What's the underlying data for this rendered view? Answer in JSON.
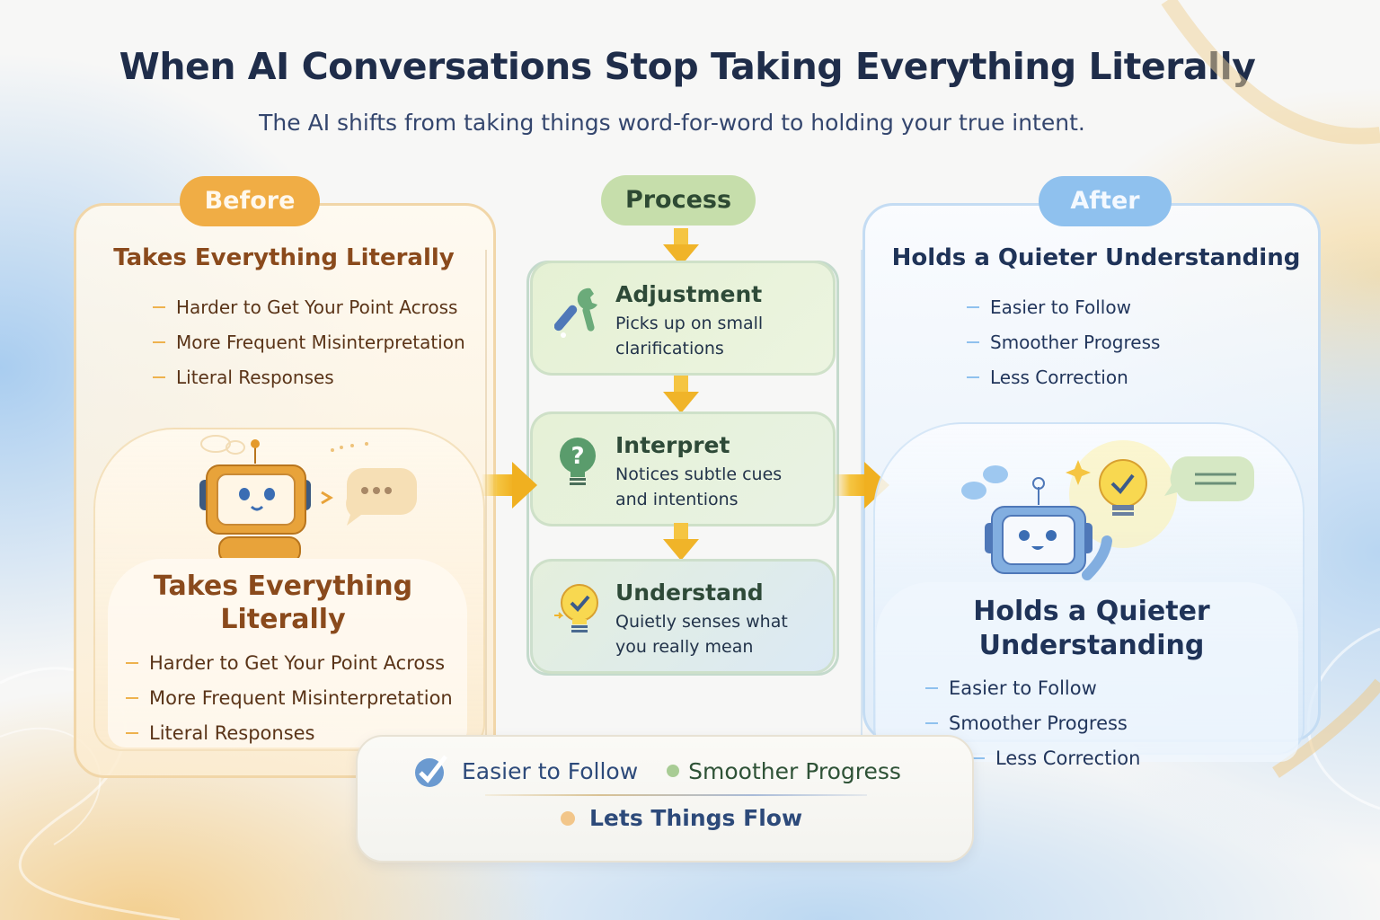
{
  "header": {
    "title": "When AI Conversations Stop Taking Everything Literally",
    "subtitle": "The AI shifts from taking things word-for-word to holding your true intent."
  },
  "before": {
    "label": "Before",
    "heading": "Takes Everything Literally",
    "bullets": [
      "Harder to Get Your Point Across",
      "More Frequent Misinterpretation",
      "Literal Responses"
    ],
    "card": {
      "heading_line1": "Takes Everything",
      "heading_line2": "Literally",
      "bullets": [
        "Harder to Get Your Point Across",
        "More Frequent Misinterpretation",
        "Literal Responses"
      ],
      "illustration": "orange-robot-with-ellipsis-speech-bubble"
    },
    "color": "#f0ad45"
  },
  "process": {
    "label": "Process",
    "steps": [
      {
        "icon": "wrench-icon",
        "title": "Adjustment",
        "desc_line1": "Picks up on small",
        "desc_line2": "clarifications"
      },
      {
        "icon": "question-bulb-icon",
        "title": "Interpret",
        "desc_line1": "Notices subtle cues",
        "desc_line2": "and intentions"
      },
      {
        "icon": "check-bulb-icon",
        "title": "Understand",
        "desc_line1": "Quietly senses what",
        "desc_line2": "you really mean"
      }
    ],
    "color": "#c6deab"
  },
  "after": {
    "label": "After",
    "heading": "Holds a Quieter Understanding",
    "bullets": [
      "Easier to Follow",
      "Smoother Progress",
      "Less Correction"
    ],
    "card": {
      "heading_line1": "Holds a Quieter",
      "heading_line2": "Understanding",
      "bullets": [
        "Easier to Follow",
        "Smoother Progress",
        "Less Correction"
      ],
      "illustration": "blue-robot-pointing-at-lightbulb"
    },
    "color": "#8fc1ee"
  },
  "summary": {
    "items": [
      {
        "icon": "checkmark-icon",
        "label": "Easier to Follow"
      },
      {
        "icon": "green-dot",
        "label": "Smoother Progress"
      },
      {
        "icon": "orange-dot",
        "label": "Lets Things Flow"
      }
    ]
  }
}
